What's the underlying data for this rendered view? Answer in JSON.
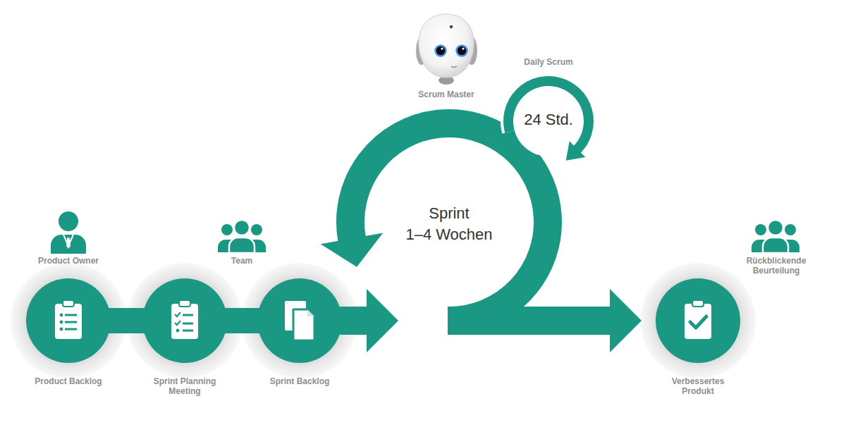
{
  "diagram": {
    "nodes": [
      {
        "text": [
          "Product Backlog"
        ]
      },
      {
        "text": [
          "Sprint Planning Meeting"
        ]
      },
      {
        "text": [
          "Sprint Backlog"
        ]
      },
      {
        "text": [
          "Sprint 1–4 Wochen"
        ]
      },
      {
        "text": [
          "Daily Scrum",
          "24 Std."
        ]
      },
      {
        "text": [
          "Verbessertes Produkt"
        ]
      }
    ],
    "edges": [
      {
        "from": 0,
        "to": 1,
        "arrow": "none"
      },
      {
        "from": 1,
        "to": 2,
        "arrow": "none"
      },
      {
        "from": 2,
        "to": 3,
        "arrow": "to"
      },
      {
        "from": 3,
        "to": 5,
        "arrow": "to"
      }
    ],
    "labels": [
      "Scrum Master",
      "Product Owner",
      "Team",
      "Rückblickende Beurteilung"
    ]
  }
}
